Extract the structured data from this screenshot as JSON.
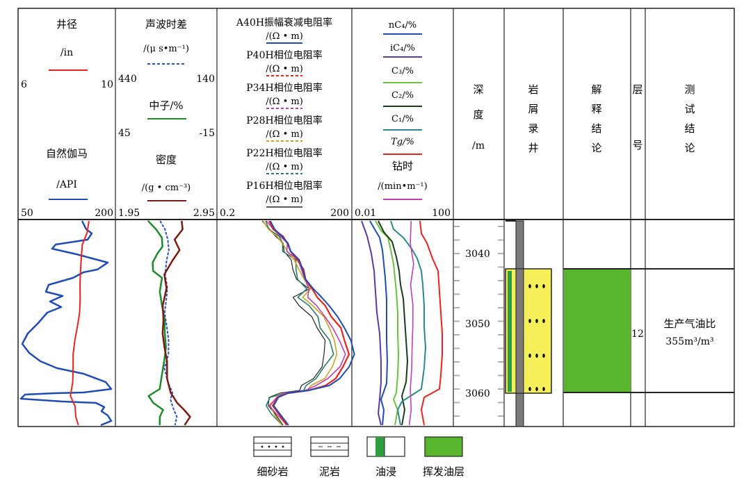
{
  "tracks": {
    "caliper": {
      "title": "井径",
      "unit": "/in",
      "min": "6",
      "max": "10",
      "color": "#e8231f",
      "gr_title": "自然伽马",
      "gr_unit": "/API",
      "gr_min": "50",
      "gr_max": "200",
      "gr_color": "#1f4bb5"
    },
    "sonic": {
      "title": "声波时差",
      "unit": "/(μ s•m⁻¹)",
      "min": "440",
      "max": "140",
      "color": "#2a4fc0",
      "neutron_title": "中子/%",
      "neutron_min": "45",
      "neutron_max": "-15",
      "neutron_color": "#1e8a2e",
      "density_title": "密度",
      "density_unit": "/(g • cm⁻³)",
      "density_min": "1.95",
      "density_max": "2.95",
      "density_color": "#7a1a12"
    },
    "resistivity": {
      "curves": [
        {
          "name": "A40H振幅衰减电阻率",
          "unit": "/(Ω • m)",
          "color": "#1f4bb5"
        },
        {
          "name": "P40H相位电阻率",
          "unit": "/(Ω • m)",
          "color": "#e8231f"
        },
        {
          "name": "P34H相位电阻率",
          "unit": "/(Ω • m)",
          "color": "#c040b0"
        },
        {
          "name": "P28H相位电阻率",
          "unit": "/(Ω • m)",
          "color": "#c8a020"
        },
        {
          "name": "P22H相位电阻率",
          "unit": "/(Ω • m)",
          "color": "#2a7a6a"
        },
        {
          "name": "P16H相位电阻率",
          "unit": "/(Ω • m)",
          "color": "#222222"
        }
      ],
      "min": "0.2",
      "max": "200"
    },
    "gas": {
      "curves": [
        {
          "name": "nC₄/%",
          "color": "#1f4bb5"
        },
        {
          "name": "iC₄/%",
          "color": "#5a3aa0"
        },
        {
          "name": "C₃/%",
          "color": "#6cc040"
        },
        {
          "name": "C₂/%",
          "color": "#1a3a1a"
        },
        {
          "name": "C₁/%",
          "color": "#2a8a8a"
        },
        {
          "name": "Tg/%",
          "color": "#e8231f"
        },
        {
          "name": "钻时",
          "unit": "/(min•m⁻¹)",
          "color": "#c040b0"
        }
      ],
      "min": "0.01",
      "max": "100"
    },
    "depth": {
      "title": "深度",
      "unit": "/m",
      "ticks": [
        "3040",
        "3050",
        "3060"
      ]
    },
    "lithology": {
      "title": "岩屑录井"
    },
    "interpretation": {
      "title": "解释结论"
    },
    "layer": {
      "title": "层号",
      "value": "12"
    },
    "test": {
      "title": "测试结论",
      "line1": "生产气油比",
      "line2": "355m³/m³"
    }
  },
  "legend": [
    {
      "label": "细砂岩",
      "pattern": "fine-sandstone"
    },
    {
      "label": "泥岩",
      "pattern": "mudstone"
    },
    {
      "label": "油浸",
      "pattern": "oil-immersion"
    },
    {
      "label": "挥发油层",
      "pattern": "volatile-oil-layer",
      "color": "#5ab52e"
    }
  ],
  "colors": {
    "oil_layer": "#5ab52e",
    "sandstone_fill": "#f5f05a",
    "oil_immersion": "#2e9e3e",
    "core_bar": "#7a7a7a"
  }
}
